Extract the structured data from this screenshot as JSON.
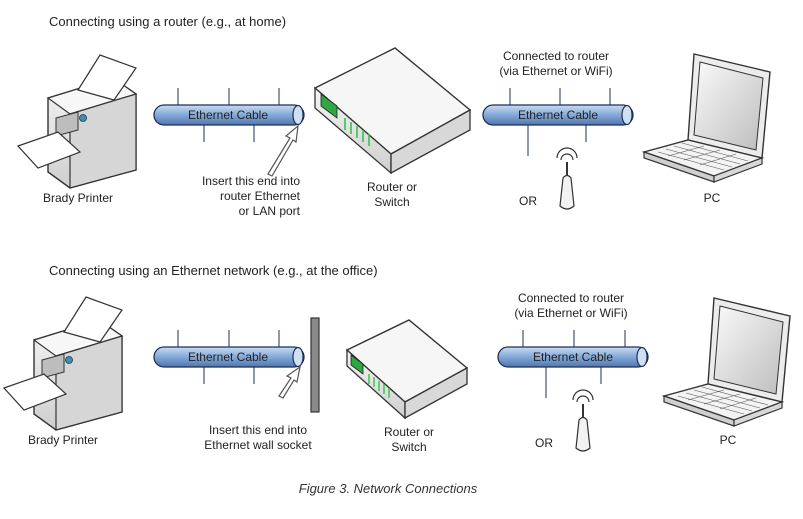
{
  "top": {
    "heading": "Connecting using a router (e.g., at home)",
    "printer_label": "Brady Printer",
    "cable1_label": "Ethernet Cable",
    "insert_note": [
      "Insert this end into",
      "router Ethernet",
      "or LAN port"
    ],
    "router_label": [
      "Router or",
      "Switch"
    ],
    "connected_note": [
      "Connected to router",
      "(via Ethernet or WiFi)"
    ],
    "cable2_label": "Ethernet Cable",
    "or_label": "OR",
    "pc_label": "PC"
  },
  "bottom": {
    "heading": "Connecting using an Ethernet network (e.g., at the office)",
    "printer_label": "Brady Printer",
    "cable1_label": "Ethernet Cable",
    "insert_note": [
      "Insert this end into",
      "Ethernet wall socket"
    ],
    "router_label": [
      "Router or",
      "Switch"
    ],
    "connected_note": [
      "Connected to router",
      "(via Ethernet or WiFi)"
    ],
    "cable2_label": "Ethernet Cable",
    "or_label": "OR",
    "pc_label": "PC"
  },
  "caption": "Figure 3.  Network Connections",
  "colors": {
    "cable_fill": "#8aaedb",
    "cable_stroke": "#1f2f55",
    "router_led": "#36c24a",
    "device_body": "#e9e9e9",
    "device_stroke": "#333333"
  }
}
